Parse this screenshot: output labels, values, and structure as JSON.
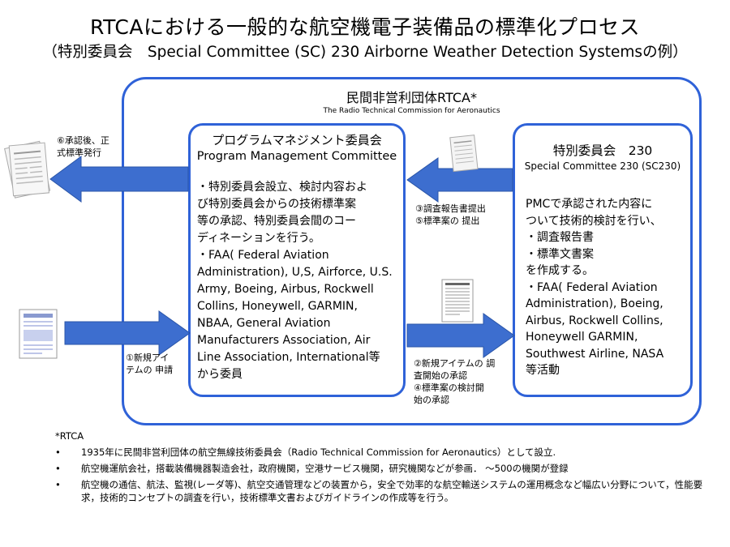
{
  "title": "RTCAにおける一般的な航空機電子装備品の標準化プロセス",
  "subtitle": "（特別委員会　Special Committee (SC) 230 Airborne Weather Detection Systemsの例）",
  "rtca": {
    "name": "民間非営利団体RTCA*",
    "sub": "The Radio Technical Commission for Aeronautics"
  },
  "pmc": {
    "title_ja": "プログラムマネジメント委員会",
    "title_en": "Program Management Committee",
    "lines": [
      "・特別委員会設立、検討内容およ",
      "び特別委員会からの技術標準案",
      "等の承認、特別委員会間のコー",
      "ディネーションを行う。",
      "・FAA( Federal Aviation",
      "Administration), U,S, Airforce, U.S.",
      "Army, Boeing, Airbus, Rockwell",
      "Collins, Honeywell, GARMIN,",
      "NBAA, General Aviation",
      "Manufacturers Association, Air",
      "Line Association, International等",
      "から委員"
    ]
  },
  "sc": {
    "title_ja": "特別委員会　230",
    "title_en": "Special Committee 230 (SC230)",
    "lines": [
      "PMCで承認された内容に",
      "ついて技術的検討を行い、",
      "・調査報告書",
      "・標準文書案",
      "を作成する。",
      "・FAA( Federal Aviation",
      "Administration), Boeing,",
      "Airbus, Rockwell Collins,",
      "Honeywell GARMIN,",
      "Southwest Airline, NASA",
      "等活動"
    ]
  },
  "labels": {
    "step6": [
      "⑥承認後、正",
      "式標準発行"
    ],
    "step35": [
      "③調査報告書提出",
      "⑤標準案の 提出"
    ],
    "step1": [
      "①新規アイ",
      "テムの 申請"
    ],
    "step24": [
      "②新規アイテムの 調",
      "査開始の承認",
      "④標準案の検討開",
      "始の承認"
    ]
  },
  "notes": {
    "heading": "*RTCA",
    "bullet_char": "•",
    "items": [
      "1935年に民間非営利団体の航空無線技術委員会（Radio Technical Commission for Aeronautics）として設立.",
      "航空機運航会社，搭載装備機器製造会社，政府機関，空港サービス機関，研究機関などが参画． ～500の機関が登録",
      "航空機の通信、航法、監視(レーダ等)、航空交通管理などの装置から，安全で効率的な航空輸送システムの運用概念など幅広い分野について，性能要求，技術的コンセプトの調査を行い，技術標準文書およびガイドラインの作成等を行う。"
    ]
  },
  "colors": {
    "box_border": "#2f62d8",
    "arrow_fill": "#3d6ecf",
    "arrow_stroke": "#2a55a8"
  },
  "icons": [
    "document-stack-icon",
    "document-icon"
  ]
}
